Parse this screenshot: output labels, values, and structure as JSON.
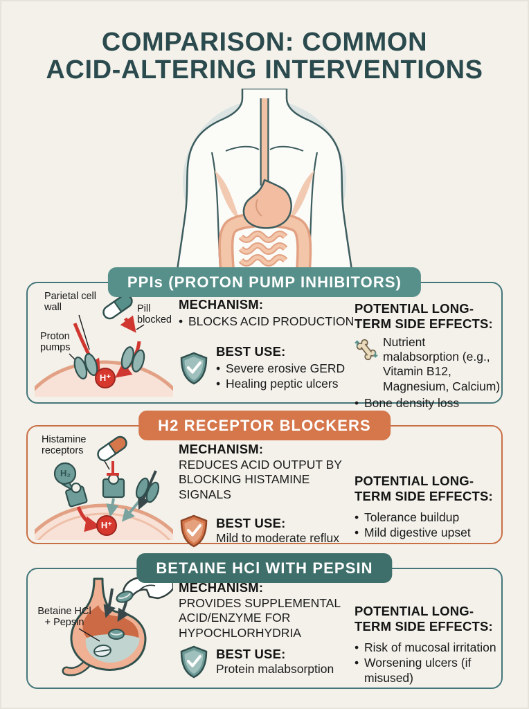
{
  "title": {
    "line1": "COMPARISON: COMMON",
    "line2": "ACID-ALTERING INTERVENTIONS"
  },
  "colors": {
    "background": "#f3f1ea",
    "title_text": "#2b4a4e",
    "ppi_header_teal": "#57908a",
    "h2_header_orange": "#d5764b",
    "betaine_header_teal": "#3f6f6b",
    "teal_border": "#44767a",
    "orange_border": "#c96f46",
    "red_accent": "#d6382e",
    "membrane_pink": "#f8e2d7"
  },
  "sections": {
    "ppi": {
      "header": "PPIs (PROTON PUMP INHIBITORS)",
      "illustration": {
        "parietal_label": "Parietal cell wall",
        "pumps_label": "Proton pumps",
        "pill_label": "Pill blocked",
        "hplus_label": "H⁺"
      },
      "mechanism_title": "MECHANISM:",
      "mechanism_item": "BLOCKS ACID PRODUCTION",
      "best_use_title": "BEST USE:",
      "best_use_items": [
        "Severe erosive GERD",
        "Healing peptic ulcers"
      ],
      "side_effects_title": "POTENTIAL LONG-TERM SIDE EFFECTS:",
      "side_effect_icon_item": "Nutrient malabsorption (e.g., Vitamin B12, Magnesium, Calcium)",
      "side_effect_item": "Bone density loss"
    },
    "h2": {
      "header": "H2 RECEPTOR BLOCKERS",
      "illustration": {
        "receptors_label": "Histamine receptors",
        "h2_label": "H₂",
        "hplus_label": "H⁺"
      },
      "mechanism_title": "MECHANISM:",
      "mechanism_text": "REDUCES ACID OUTPUT BY BLOCKING HISTAMINE SIGNALS",
      "best_use_title": "BEST USE:",
      "best_use_item": "Mild to moderate reflux",
      "side_effects_title": "POTENTIAL LONG-TERM SIDE EFFECTS:",
      "side_effect_items": [
        "Tolerance buildup",
        "Mild digestive upset"
      ]
    },
    "betaine": {
      "header": "BETAINE HCl WITH PEPSIN",
      "illustration": {
        "pill_label": "Betaine HCl + Pepsin"
      },
      "mechanism_title": "MECHANISM:",
      "mechanism_text": "PROVIDES SUPPLEMENTAL ACID/ENZYME FOR HYPOCHLORHYDRIA",
      "best_use_title": "BEST USE:",
      "best_use_item": "Protein malabsorption",
      "side_effects_title": "POTENTIAL LONG-TERM SIDE EFFECTS:",
      "side_effect_items": [
        "Risk of mucosal irritation",
        "Worsening ulcers (if misused)"
      ]
    }
  }
}
